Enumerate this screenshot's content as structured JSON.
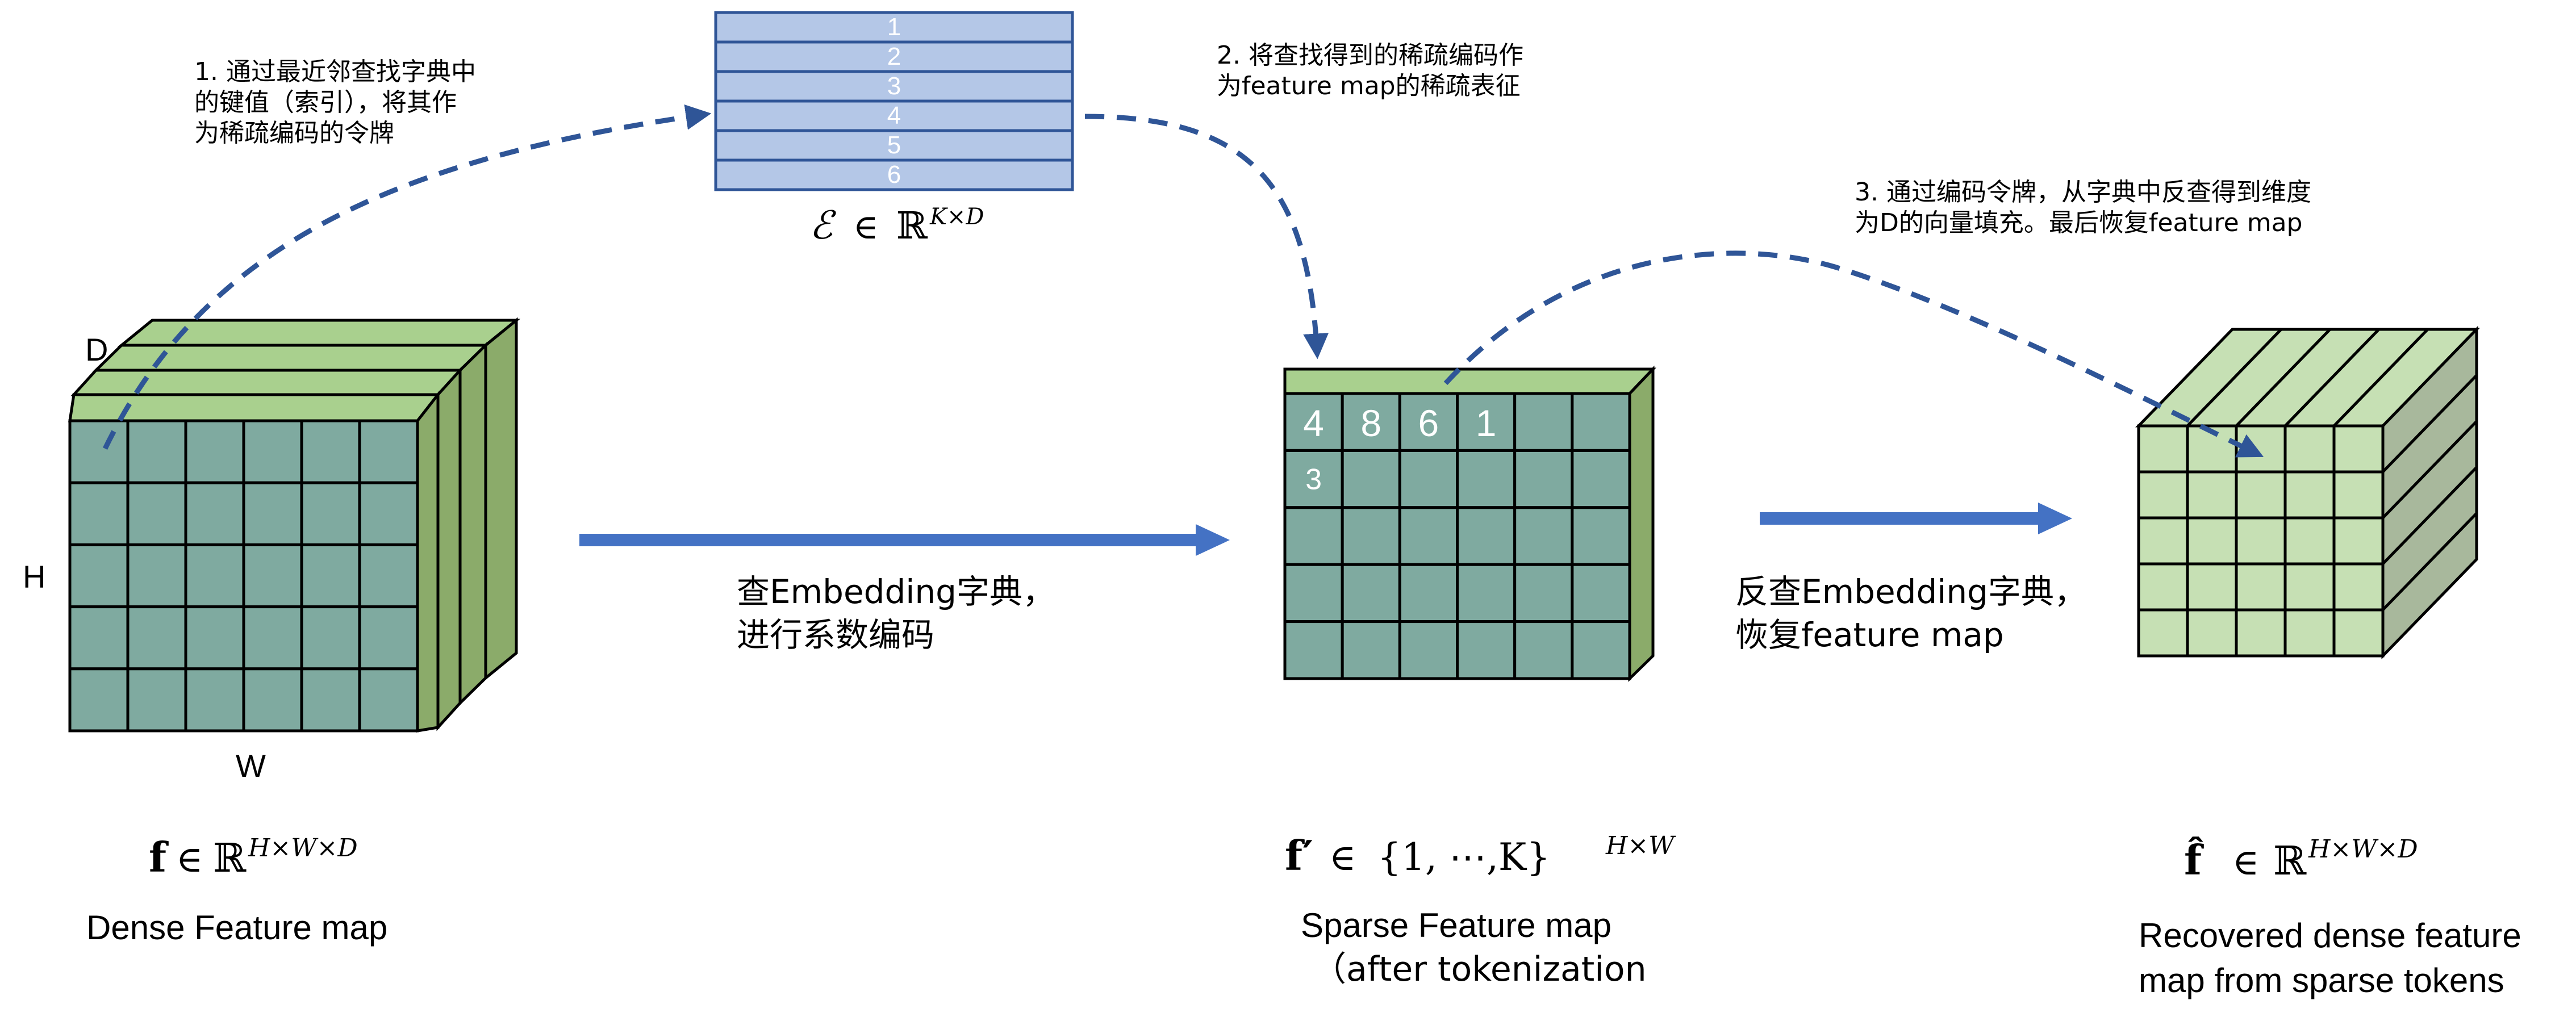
{
  "colors": {
    "feature_front": "#7faaa0",
    "feature_top": "#a9d08e",
    "feature_side": "#8bab6a",
    "recovered_front": "#c6e0b4",
    "codebook_fill": "#b4c7e7",
    "codebook_stroke": "#2f5597",
    "arrow_solid": "#4472c4",
    "arrow_dashed": "#2f5597"
  },
  "codebook": {
    "rows": [
      "1",
      "2",
      "3",
      "4",
      "5",
      "6"
    ],
    "label_script_e": "ℰ",
    "label_in": "∈",
    "label_R": "ℝ",
    "label_sup": "K×D"
  },
  "dense": {
    "label_D": "D",
    "label_H": "H",
    "label_W": "W",
    "math_f": "f",
    "math_in": "∈",
    "math_R": "ℝ",
    "math_sup": "H×W×D",
    "caption": "Dense Feature map"
  },
  "sparse": {
    "tokens_row1": [
      "4",
      "8",
      "6",
      "1"
    ],
    "token_row2": "3",
    "math_f": "f′",
    "math_in": "∈",
    "math_set": "{1, ⋯,K}",
    "math_sup": "H×W",
    "caption_line1": "Sparse Feature map",
    "caption_line2": "（after tokenization"
  },
  "recovered": {
    "math_f": "f̂",
    "math_in": "∈",
    "math_R": "ℝ",
    "math_sup": "H×W×D",
    "caption_line1": "Recovered dense feature",
    "caption_line2": "map from sparse tokens"
  },
  "annotations": {
    "step1_lines": [
      "1. 通过最近邻查找字典中",
      "的键值（索引），将其作",
      "为稀疏编码的令牌"
    ],
    "step2_lines": [
      "2. 将查找得到的稀疏编码作",
      "为feature map的稀疏表征"
    ],
    "step3_lines": [
      "3. 通过编码令牌，从字典中反查得到维度",
      "为D的向量填充。最后恢复feature map"
    ],
    "arrow1_lines": [
      "查Embedding字典，",
      "进行系数编码"
    ],
    "arrow2_lines": [
      "反查Embedding字典，",
      "恢复feature map"
    ]
  }
}
